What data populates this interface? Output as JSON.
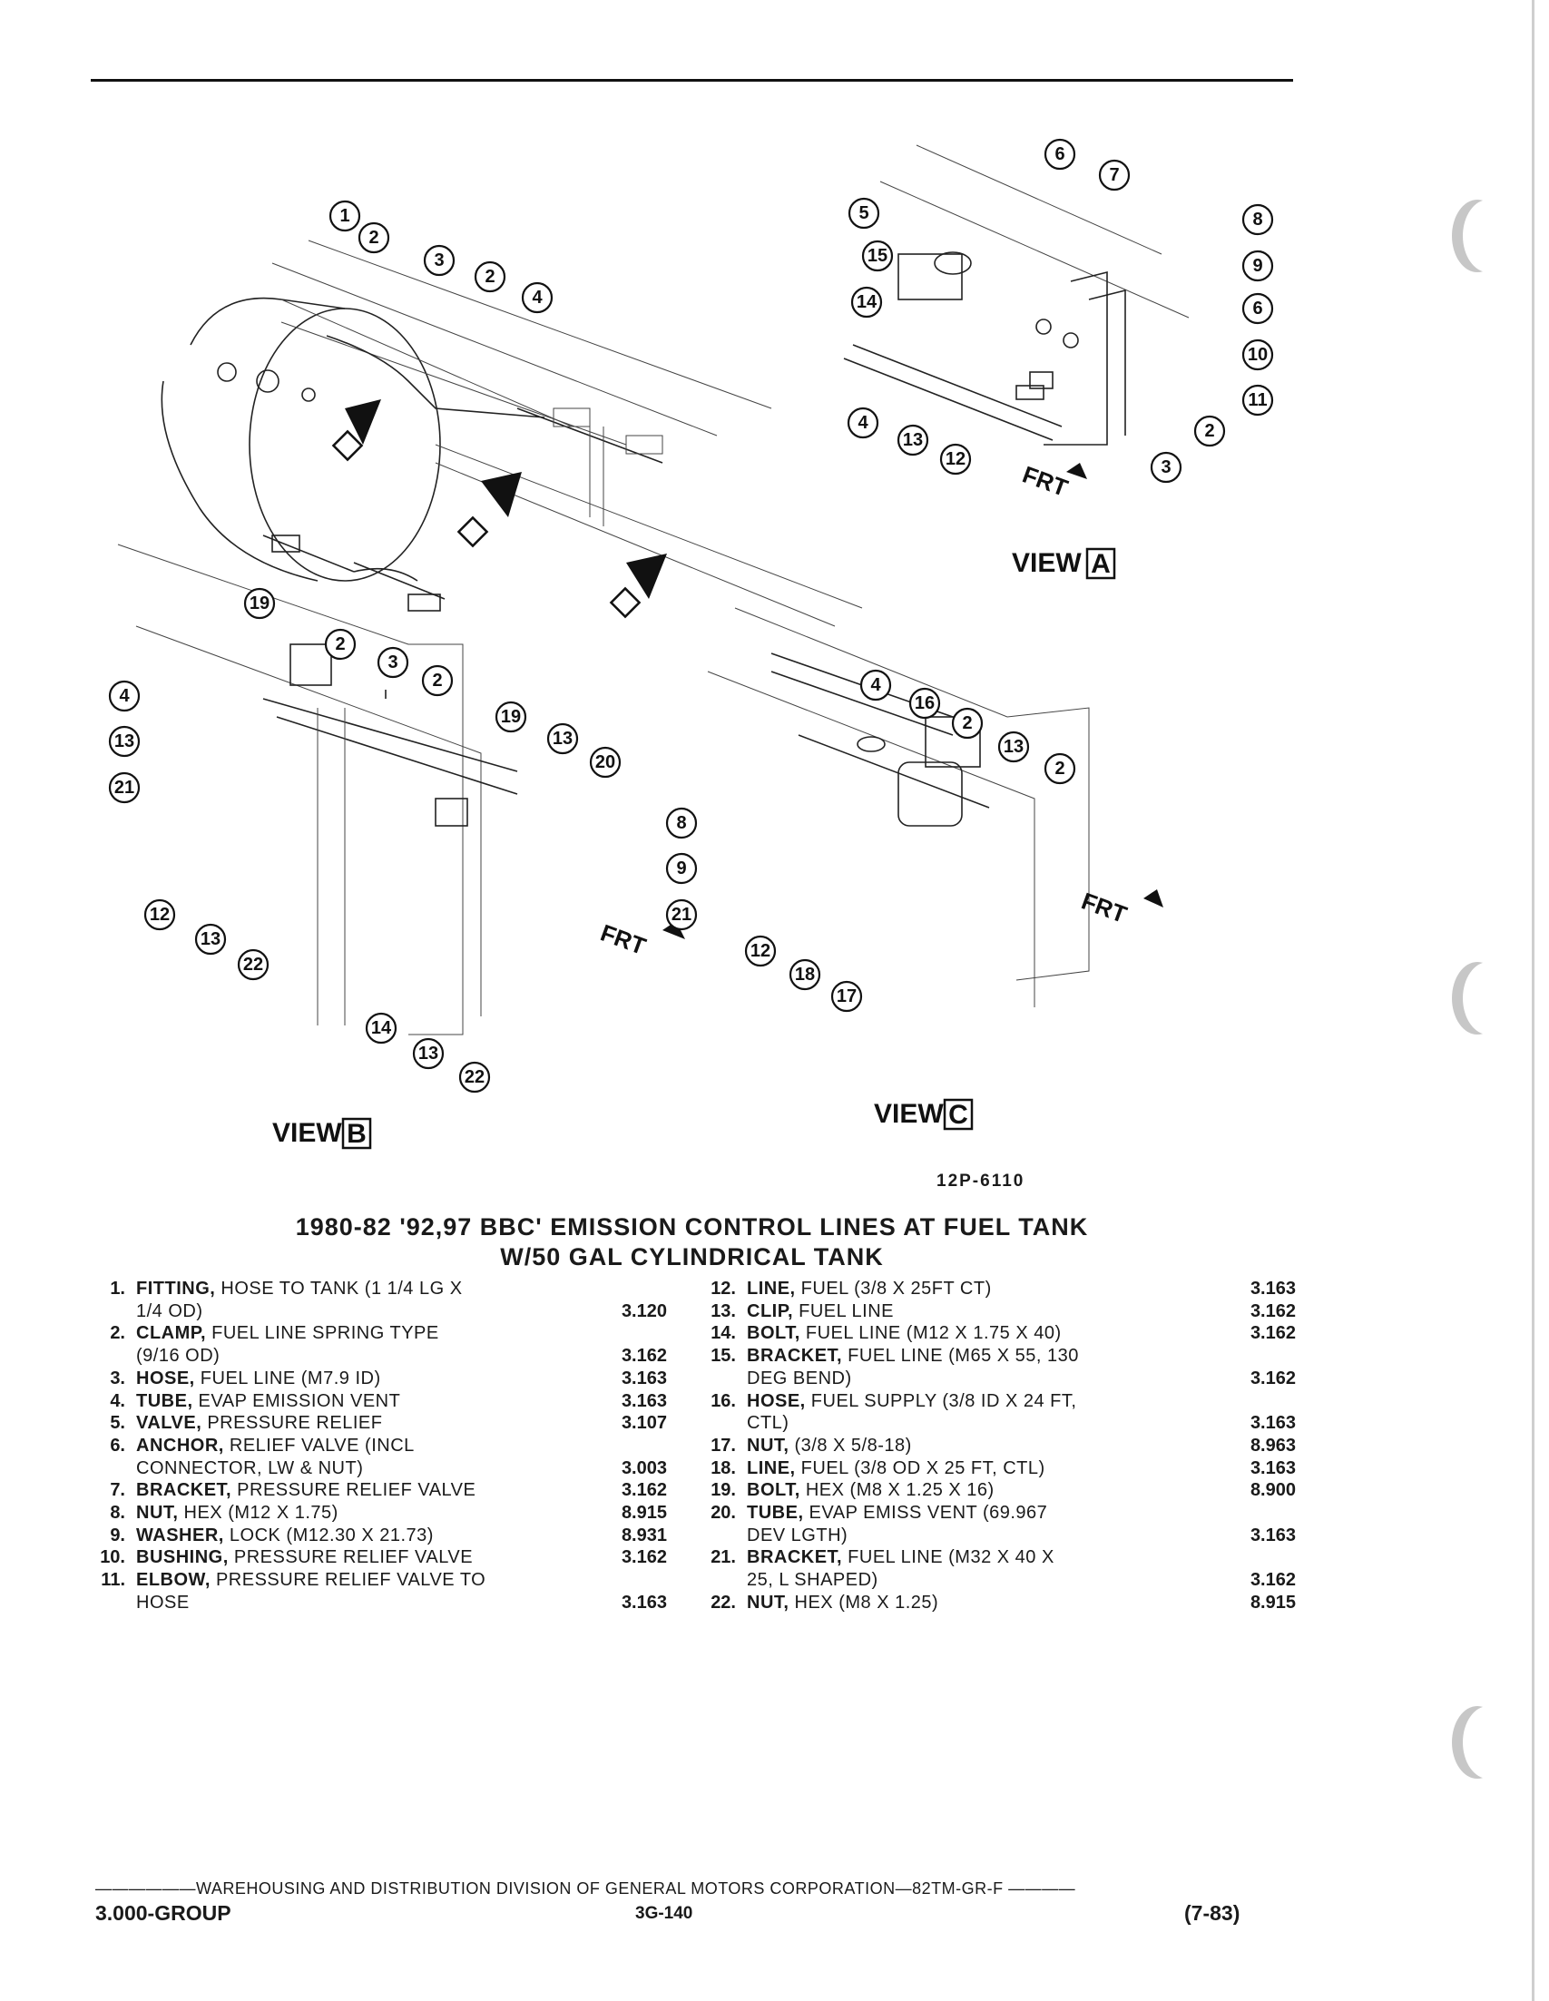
{
  "figure_number": "12P-6110",
  "title_line1": "1980-82 '92,97 BBC' EMISSION CONTROL LINES AT FUEL TANK",
  "title_line2": "W/50 GAL CYLINDRICAL TANK",
  "views": {
    "a": "VIEW",
    "a_letter": "A",
    "b": "VIEW",
    "b_letter": "B",
    "c": "VIEW",
    "c_letter": "C",
    "frt": "FRT"
  },
  "parts_left": [
    {
      "num": "1.",
      "name": "FITTING,",
      "rest": " HOSE TO TANK (1 1/4 LG X\n1/4 OD)",
      "group": "3.120"
    },
    {
      "num": "2.",
      "name": "CLAMP,",
      "rest": " FUEL LINE SPRING TYPE\n(9/16 OD)",
      "group": "3.162"
    },
    {
      "num": "3.",
      "name": "HOSE,",
      "rest": " FUEL LINE (M7.9 ID)",
      "group": "3.163"
    },
    {
      "num": "4.",
      "name": "TUBE,",
      "rest": " EVAP EMISSION VENT",
      "group": "3.163"
    },
    {
      "num": "5.",
      "name": "VALVE,",
      "rest": " PRESSURE RELIEF",
      "group": "3.107"
    },
    {
      "num": "6.",
      "name": "ANCHOR,",
      "rest": " RELIEF VALVE (INCL\nCONNECTOR, LW & NUT)",
      "group": "3.003"
    },
    {
      "num": "7.",
      "name": "BRACKET,",
      "rest": " PRESSURE RELIEF VALVE",
      "group": "3.162"
    },
    {
      "num": "8.",
      "name": "NUT,",
      "rest": " HEX (M12 X 1.75)",
      "group": "8.915"
    },
    {
      "num": "9.",
      "name": "WASHER,",
      "rest": " LOCK (M12.30 X 21.73)",
      "group": "8.931"
    },
    {
      "num": "10.",
      "name": "BUSHING,",
      "rest": " PRESSURE RELIEF VALVE",
      "group": "3.162"
    },
    {
      "num": "11.",
      "name": "ELBOW,",
      "rest": " PRESSURE RELIEF VALVE TO\nHOSE",
      "group": "3.163"
    }
  ],
  "parts_right": [
    {
      "num": "12.",
      "name": "LINE,",
      "rest": " FUEL (3/8 X 25FT CT)",
      "group": "3.163"
    },
    {
      "num": "13.",
      "name": "CLIP,",
      "rest": " FUEL LINE",
      "group": "3.162"
    },
    {
      "num": "14.",
      "name": "BOLT,",
      "rest": " FUEL LINE (M12 X 1.75 X 40)",
      "group": "3.162"
    },
    {
      "num": "15.",
      "name": "BRACKET,",
      "rest": " FUEL LINE (M65 X 55, 130\nDEG BEND)",
      "group": "3.162"
    },
    {
      "num": "16.",
      "name": "HOSE,",
      "rest": " FUEL SUPPLY (3/8 ID X 24 FT,\nCTL)",
      "group": "3.163"
    },
    {
      "num": "17.",
      "name": "NUT,",
      "rest": " (3/8 X 5/8-18)",
      "group": "8.963"
    },
    {
      "num": "18.",
      "name": "LINE,",
      "rest": " FUEL (3/8 OD X 25 FT, CTL)",
      "group": "3.163"
    },
    {
      "num": "19.",
      "name": "BOLT,",
      "rest": " HEX (M8 X 1.25 X 16)",
      "group": "8.900"
    },
    {
      "num": "20.",
      "name": "TUBE,",
      "rest": " EVAP EMISS VENT (69.967\nDEV LGTH)",
      "group": "3.163"
    },
    {
      "num": "21.",
      "name": "BRACKET,",
      "rest": " FUEL LINE (M32 X 40 X\n25, L SHAPED)",
      "group": "3.162"
    },
    {
      "num": "22.",
      "name": "NUT,",
      "rest": " HEX (M8 X 1.25)",
      "group": "8.915"
    }
  ],
  "footer": {
    "line": "——————WAREHOUSING AND DISTRIBUTION DIVISION OF GENERAL MOTORS CORPORATION—82TM-GR-F ————",
    "group": "3.000-GROUP",
    "page": "3G-140",
    "date": "(7-83)"
  }
}
